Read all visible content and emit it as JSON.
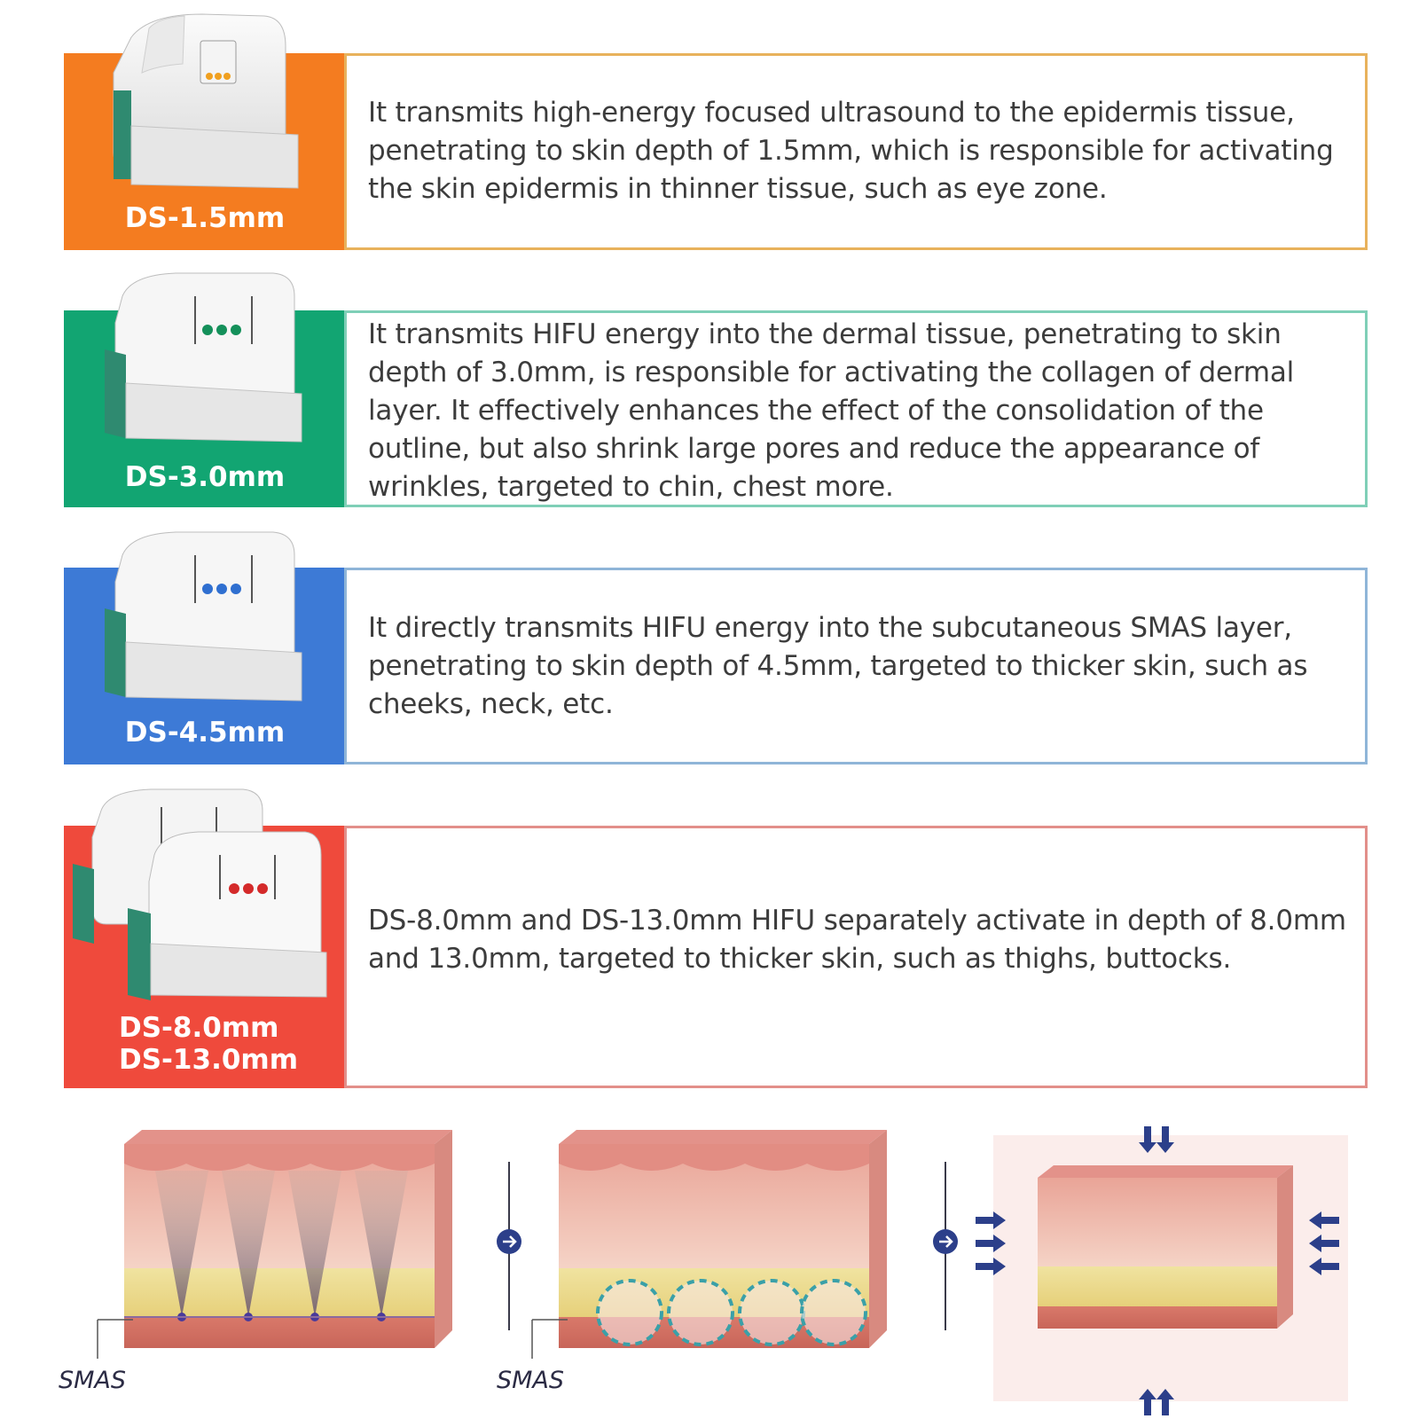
{
  "rows": [
    {
      "label": "DS-1.5mm",
      "color": "#f47c20",
      "border": "#e8b25c",
      "dot_color": "#f0a020",
      "text": "It transmits high-energy focused ultrasound to the epidermis tissue, penetrating to skin depth of 1.5mm, which is responsible for activating the skin epidermis in thinner tissue, such as eye zone."
    },
    {
      "label": "DS-3.0mm",
      "color": "#12a572",
      "border": "#7fcfb7",
      "dot_color": "#14905a",
      "text": "It transmits HIFU energy into the dermal tissue, penetrating to skin depth of 3.0mm, is responsible for activating the collagen of dermal layer. It effectively enhances the effect of the consolidation of the outline, but also shrink large pores and reduce the appearance of wrinkles, targeted to chin, chest more."
    },
    {
      "label": "DS-4.5mm",
      "color": "#3d7ad6",
      "border": "#8fb5d8",
      "dot_color": "#2f6fd0",
      "text": "It directly transmits HIFU energy into the subcutaneous SMAS layer, penetrating to skin depth of 4.5mm, targeted to thicker skin, such as cheeks, neck, etc."
    },
    {
      "label": "DS-8.0mm",
      "label_2": "DS-13.0mm",
      "color": "#ef4a3c",
      "border": "#e28f8a",
      "dot_color": "#d42a2a",
      "text": "DS-8.0mm and DS-13.0mm HIFU separately activate in depth of 8.0mm and 13.0mm, targeted to thicker skin, such as thighs, buttocks."
    }
  ],
  "illustration": {
    "smas_label": "SMAS"
  }
}
